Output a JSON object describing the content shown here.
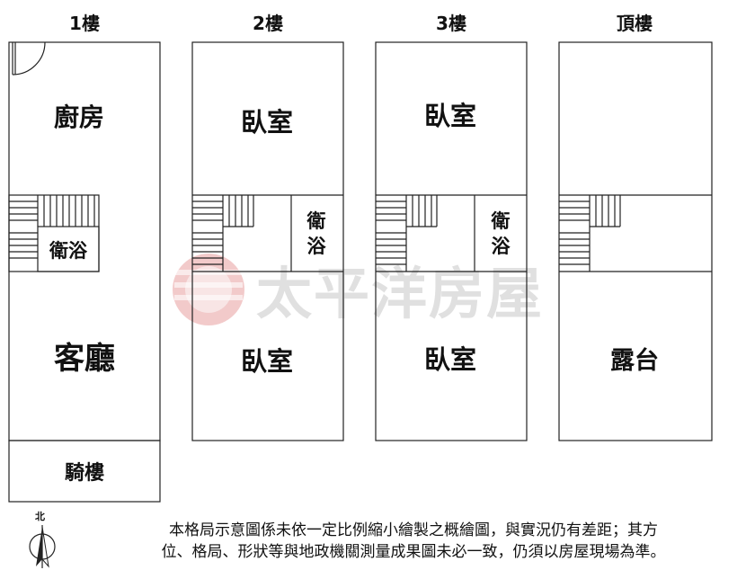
{
  "floors": {
    "f1": {
      "title": "1樓",
      "kitchen": "廚房",
      "bath": "衛浴",
      "living": "客廳",
      "arcade": "騎樓"
    },
    "f2": {
      "title": "2樓",
      "bedroom_top": "臥室",
      "bath_v1": "衛",
      "bath_v2": "浴",
      "bedroom_bottom": "臥室"
    },
    "f3": {
      "title": "3樓",
      "bedroom_top": "臥室",
      "bath_v1": "衛",
      "bath_v2": "浴",
      "bedroom_bottom": "臥室"
    },
    "roof": {
      "title": "頂樓",
      "terrace": "露台"
    }
  },
  "watermark": {
    "text": "太平洋房屋",
    "color": "#e8a0a0"
  },
  "compass": {
    "label": "北"
  },
  "disclaimer": {
    "line1": "本格局示意圖係未依一定比例縮小繪製之概繪圖，與實況仍有差距；其方",
    "line2": "位、格局、形狀等與地政機關測量成果圖未必一致，仍須以房屋現場為準。"
  }
}
